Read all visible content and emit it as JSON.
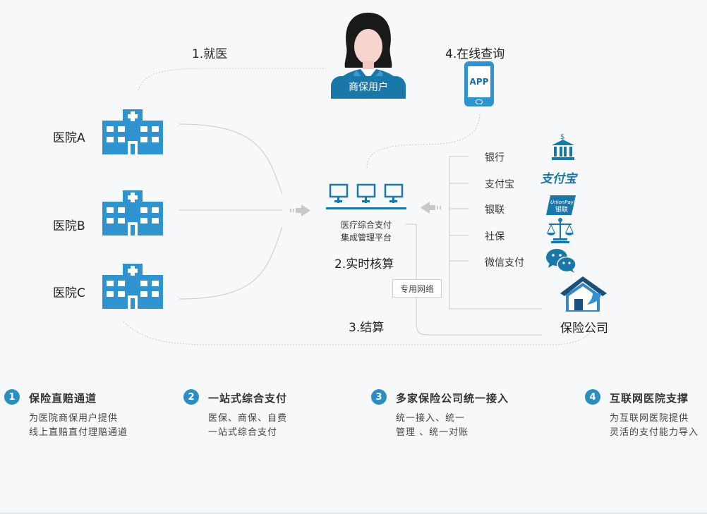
{
  "user": {
    "label": "商保用户"
  },
  "hospitals": [
    {
      "label": "医院A"
    },
    {
      "label": "医院B"
    },
    {
      "label": "医院C"
    }
  ],
  "steps": {
    "step1": "1.就医",
    "step2": "2.实时核算",
    "step3": "3.结算",
    "step4": "4.在线查询"
  },
  "app": {
    "label": "APP"
  },
  "platform": {
    "line1": "医疗综合支付",
    "line2": "集成管理平台"
  },
  "network": {
    "label": "专用网络"
  },
  "payment_channels": [
    {
      "label": "银行",
      "icon": "bank-icon"
    },
    {
      "label": "支付宝",
      "icon": "alipay-icon",
      "logo_text": "支付宝"
    },
    {
      "label": "银联",
      "icon": "unionpay-icon",
      "logo_text": "UnionPay 银联"
    },
    {
      "label": "社保",
      "icon": "scales-icon"
    },
    {
      "label": "微信支付",
      "icon": "wechat-icon"
    }
  ],
  "insurer": {
    "label": "保险公司",
    "icon": "house-shield-icon"
  },
  "features": [
    {
      "num": "1",
      "title": "保险直赔通道",
      "desc": "为医院商保用户提供\n线上直赔直付理赔通道"
    },
    {
      "num": "2",
      "title": "一站式综合支付",
      "desc": "医保、商保、自费\n一站式综合支付"
    },
    {
      "num": "3",
      "title": "多家保险公司统一接入",
      "desc": "统一接入、统一\n管理 、统一对账"
    },
    {
      "num": "4",
      "title": "互联网医院支撑",
      "desc": "为互联网医院提供\n灵活的支付能力导入"
    }
  ],
  "colors": {
    "accent": "#2a8fc0",
    "hospital": "#2f93cf",
    "dark_blue": "#1a78a8",
    "lines": "#c8c8c8"
  }
}
